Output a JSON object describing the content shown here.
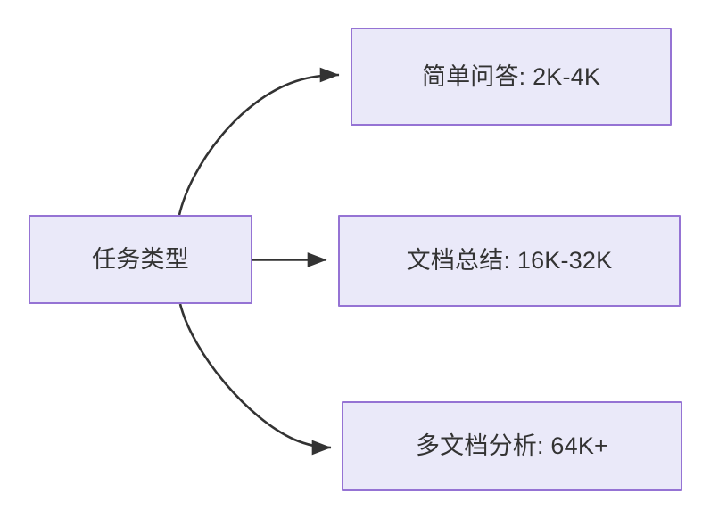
{
  "diagram": {
    "type": "flowchart",
    "direction": "left-to-right",
    "background_color": "#ffffff",
    "node_fill_color": "#eae9f9",
    "node_border_color": "#9573d4",
    "node_text_color": "#333333",
    "edge_color": "#333333",
    "nodes": [
      {
        "id": "root",
        "label": "任务类型",
        "role": "source"
      },
      {
        "id": "simple-qa",
        "label": "简单问答: 2K-4K",
        "role": "target"
      },
      {
        "id": "doc-summary",
        "label": "文档总结: 16K-32K",
        "role": "target"
      },
      {
        "id": "multi-doc",
        "label": "多文档分析: 64K+",
        "role": "target"
      }
    ],
    "edges": [
      {
        "id": "edge-root-to-simple-qa",
        "from": "root",
        "to": "simple-qa",
        "shape": "curved",
        "arrowhead": "solid-triangle"
      },
      {
        "id": "edge-root-to-doc-summary",
        "from": "root",
        "to": "doc-summary",
        "shape": "straight",
        "arrowhead": "solid-triangle"
      },
      {
        "id": "edge-root-to-multi-doc",
        "from": "root",
        "to": "multi-doc",
        "shape": "curved",
        "arrowhead": "solid-triangle"
      }
    ]
  }
}
